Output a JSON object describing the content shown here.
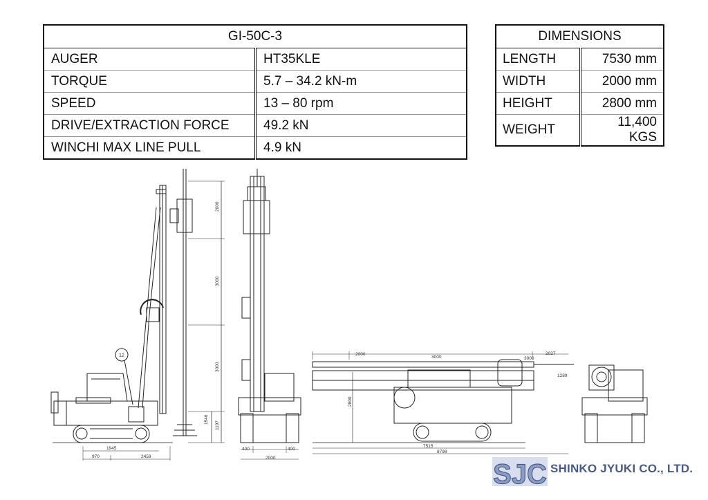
{
  "spec_table": {
    "title": "GI-50C-3",
    "rows": [
      {
        "label": "AUGER",
        "value": "HT35KLE"
      },
      {
        "label": "TORQUE",
        "value": "5.7 – 34.2 kN-m"
      },
      {
        "label": "SPEED",
        "value": "13 – 80 rpm"
      },
      {
        "label": "DRIVE/EXTRACTION FORCE",
        "value": "49.2 kN"
      },
      {
        "label": "WINCHI MAX LINE PULL",
        "value": "4.9 kN"
      }
    ]
  },
  "dimensions_table": {
    "title": "DIMENSIONS",
    "rows": [
      {
        "label": "LENGTH",
        "value": "7530 mm"
      },
      {
        "label": "WIDTH",
        "value": "2000 mm"
      },
      {
        "label": "HEIGHT",
        "value": "2800 mm"
      },
      {
        "label": "WEIGHT",
        "value": "11,400 KGS"
      }
    ]
  },
  "drawing": {
    "side_view_dims": {
      "h_top": "2000",
      "h_mid": "3000",
      "h_low": "3000",
      "h_a": "1546",
      "h_b": "1197",
      "base_1945": "1945",
      "base_970": "970",
      "base_2459": "2459",
      "balloon": "12"
    },
    "front_view_dims": {
      "left": "400",
      "right": "400",
      "width": "2000"
    },
    "transport_view_dims": {
      "t1": "2000",
      "t2": "3000",
      "t3": "3000",
      "t4": "2027",
      "t5": "1289",
      "height": "2800",
      "len1": "7515",
      "len2": "8798"
    }
  },
  "company": {
    "logo_text": "SJC",
    "name": "SHINKO JYUKI CO., LTD."
  },
  "colors": {
    "line": "#222222",
    "brand": "#4a5a86",
    "logo_fill": "#8a9cc8"
  }
}
